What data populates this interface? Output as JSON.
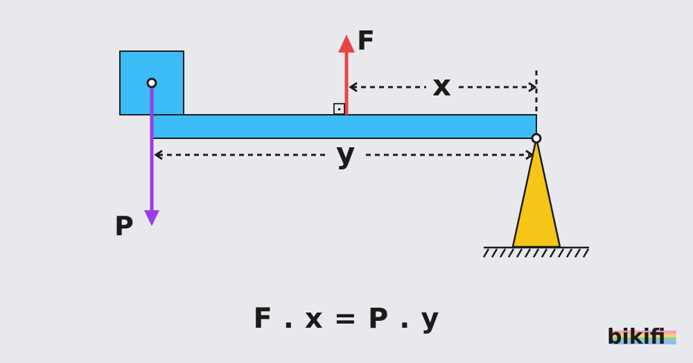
{
  "labels": {
    "force_f": "F",
    "force_p": "P",
    "distance_x": "x",
    "distance_y": "y"
  },
  "equation": "F . x = P . y",
  "brand": {
    "name": "bikifi"
  },
  "colors": {
    "background": "#e8e9ed",
    "beam": "#3bbcf7",
    "force_f": "#e84545",
    "force_p": "#9b3de6",
    "support": "#f5c518",
    "ink": "#1b1b1b"
  }
}
